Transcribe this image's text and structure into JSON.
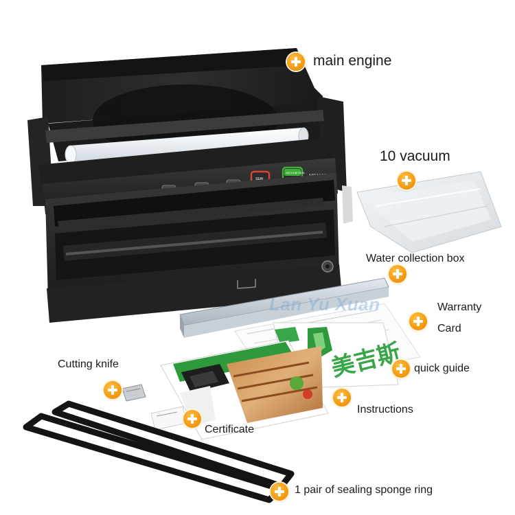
{
  "callouts": {
    "main_engine": "main engine",
    "vacuum_bags": "10 vacuum",
    "water_box": "Water collection box",
    "warranty_line1": "Warranty",
    "warranty_line2": "Card",
    "quick_guide": "quick guide",
    "cutting_knife": "Cutting knife",
    "instructions": "Instructions",
    "certificate": "Certificate",
    "sponge_ring": "1 pair of sealing sponge ring"
  },
  "product": {
    "model": "MS1160",
    "button_seal": "SEAL",
    "button_vacuum_seal": "VACUUM SEAL",
    "booklet_brand": "美吉斯"
  },
  "watermark": "Lan Yu Xuan",
  "colors": {
    "callout_accent": "#f39a12",
    "machine_body": "#2b2b2b",
    "seal_button": "#d9443a",
    "vacuum_seal_button": "#3fae3a",
    "booklet_green": "#2f9a3c"
  }
}
